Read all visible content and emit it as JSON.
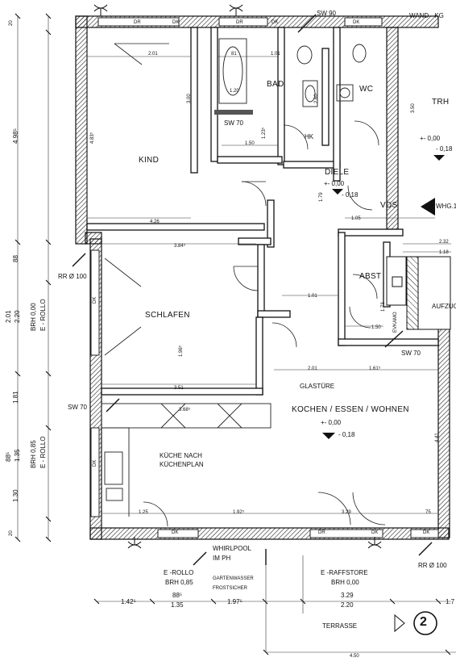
{
  "rooms": {
    "kind": "KIND",
    "schlafen": "SCHLAFEN",
    "bad": "BAD",
    "wc": "WC",
    "trh": "TRH",
    "diele": "DIELE",
    "vds": "VDS",
    "abst": "ABST",
    "aufzug": "AUFZUG",
    "kochen": "KOCHEN / ESSEN / WOHNEN",
    "terrasse": "TERRASSE",
    "kueche_1": "KÜCHE NACH",
    "kueche_2": "KÜCHENPLAN"
  },
  "labels": {
    "sw90": "SW 90",
    "sw70_bad": "SW 70",
    "sw70_left": "SW 70",
    "sw70_abst": "SW 70",
    "wand_kg": "WAND - KG",
    "whg": "WHG.1",
    "hk": "HK",
    "glastuere": "GLASTÜRE",
    "evkamo": "EVKAMO",
    "rr_left": "RR Ø 100",
    "rr_right": "RR Ø 100",
    "whirlpool_1": "WHIRLPOOL",
    "whirlpool_2": "IM PH",
    "e_rollo": "E -ROLLO",
    "e_rollo_brh": "BRH 0,85",
    "gartenwasser_1": "GARTENWASSER",
    "gartenwasser_2": "FROSTSICHER",
    "raffstore": "E -RAFFSTORE",
    "raffstore_brh": "BRH 0,00",
    "left_rollo_top_1": "BRH 0,00",
    "left_rollo_top_2": "E - ROLLO",
    "left_rollo_bot_1": "BRH 0,85",
    "left_rollo_bot_2": "E - ROLLO",
    "dr": "DR",
    "dk": "DK",
    "level_1": "+- 0,00",
    "level_1b": "- 0,18",
    "level_2": "+- 0,00",
    "level_2b": "- 0,18",
    "level_3": "+- 0,00",
    "level_3b": "- 0,18",
    "plan_no": "2"
  },
  "dims": {
    "left_total": "4.98⁵",
    "left_20_top": "20",
    "left_88": "88",
    "left_201": "2.01",
    "left_220": "2.20",
    "left_181": "1.81",
    "left_88b": "88⁵",
    "left_135": "1.35",
    "left_130": "1.30",
    "left_20_bot": "20",
    "bot_142": "1.42⁵",
    "bot_88": "88⁵",
    "bot_135": "1.35",
    "bot_197": "1.97⁵",
    "bot_329": "3.29",
    "bot_220": "2.20",
    "bot_450": "4.50",
    "bot_17": "1.7",
    "kind_201": "2.01",
    "kind_426": "4.26",
    "kind_483": "4.83⁵",
    "kind_300": "3.00",
    "schlafen_384": "3.84⁵",
    "schlafen_351": "3.51",
    "schlafen_196": "1.96⁵",
    "bad_150": "1.50",
    "bad_101": "1.01",
    "wc_260": "2.60",
    "diele_179": "1.79",
    "vds_105": "1.05",
    "vds_118": "1.18",
    "vds_232": "2.32",
    "abst_150": "1.50",
    "abst_173": "1.73",
    "k_201": "2.01",
    "k_101": "1.01",
    "k_161": "1.61⁵",
    "k_441": "4.41",
    "k_192": "1.92⁵",
    "k_329": "3.29",
    "k_125": "1.25",
    "k_75": "75",
    "k_368": "3.68⁵",
    "bad_350": "3.50",
    "bad_81": "81",
    "bad_120": "1.20",
    "bad_123": "1.23⁵"
  }
}
